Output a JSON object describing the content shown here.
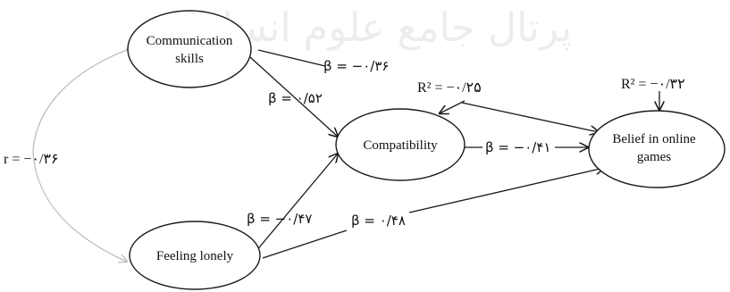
{
  "watermark": "پرتال جامع علوم انسانی",
  "nodes": {
    "communication": {
      "line1": "Communication",
      "line2": "skills"
    },
    "compatibility": {
      "label": "Compatibility"
    },
    "belief": {
      "line1": "Belief in online",
      "line2": "games"
    },
    "lonely": {
      "label": "Feeling lonely"
    }
  },
  "labels": {
    "r": "r = −۰/۳۶",
    "beta_comm_belief": "β = −۰/۳۶",
    "beta_comm_compat": "β = ۰/۵۲",
    "r2_compat": "R² = −۰/۲۵",
    "r2_belief": "R² = −۰/۳۲",
    "beta_compat_belief": "β = −۰/۴۱",
    "beta_lonely_compat": "β = −۰/۴۷",
    "beta_lonely_belief": "β = ۰/۴۸"
  },
  "colors": {
    "stroke": "#1a1a1a",
    "correlation_arc": "#bdbdbd"
  }
}
